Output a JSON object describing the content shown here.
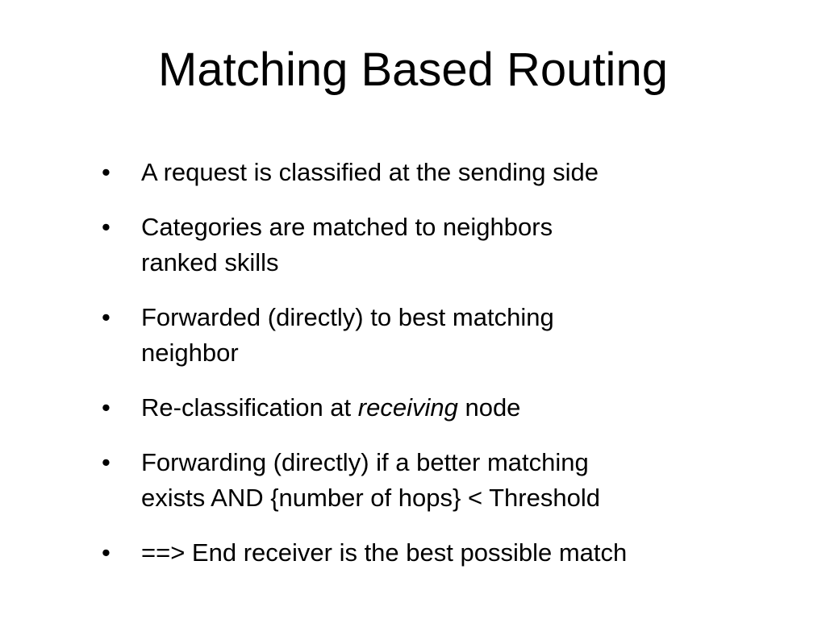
{
  "slide": {
    "title": "Matching Based Routing",
    "bullet_symbol": "•",
    "bullets": [
      {
        "lines": [
          "A request is classified at the sending side"
        ]
      },
      {
        "lines": [
          "Categories are matched to neighbors",
          "ranked skills"
        ]
      },
      {
        "lines": [
          "Forwarded (directly) to best matching",
          "neighbor"
        ]
      },
      {
        "before": "Re-classification at ",
        "emphasis": "receiving",
        "after": " node"
      },
      {
        "lines": [
          "Forwarding (directly) if a better matching",
          "exists AND {number of hops} < Threshold"
        ]
      },
      {
        "lines": [
          "==> End receiver is the best possible match"
        ]
      }
    ]
  }
}
